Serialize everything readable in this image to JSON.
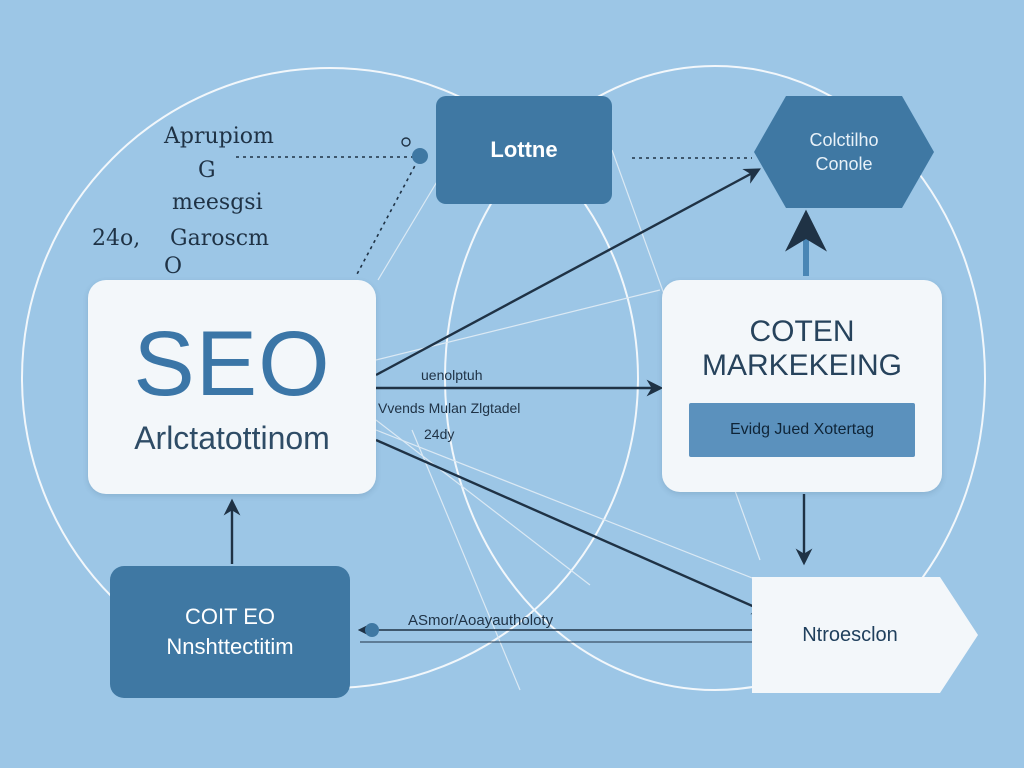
{
  "nodes": {
    "seo": {
      "title": "SEO",
      "subtitle": "Arlctatottinom"
    },
    "lottne": {
      "label": "Lottne"
    },
    "content": {
      "line1": "COTEN",
      "line2": "MARKEKEING",
      "bar": "Evidg Jued Xotertag"
    },
    "coit": {
      "line1": "COIT EO",
      "line2": "Nnshttectitim"
    },
    "console": {
      "line1": "Colctilho",
      "line2": "Conole"
    },
    "ntro": {
      "label": "Ntroesclon"
    }
  },
  "annotations": {
    "a1": "Aprupiom",
    "a2": "G",
    "a3": "meesgsi",
    "a4": "24o,",
    "a5": "Garoscm",
    "a6": "O"
  },
  "edge_labels": {
    "e1": "uenolptuh",
    "e2": "Vvends Mulan Zlgtadel",
    "e3": "24dy",
    "e4": "ASmor/Aoayautholoty"
  },
  "colors": {
    "background": "#9cc6e6",
    "node_dark": "#3f78a3",
    "node_light": "#f3f7fa",
    "line": "#1f3245"
  }
}
